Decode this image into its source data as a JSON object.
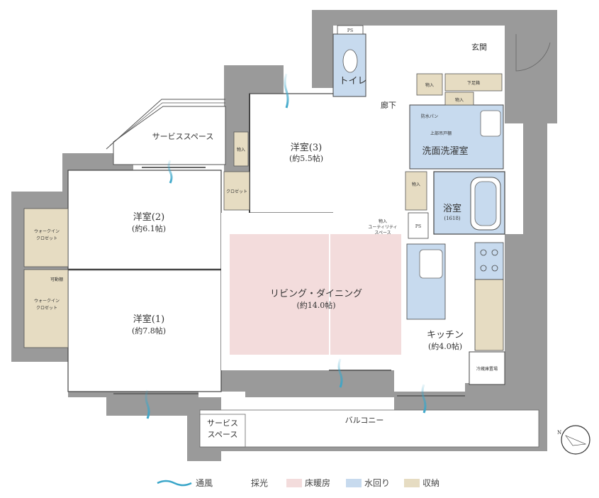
{
  "rooms": {
    "western3": {
      "name": "洋室(3)",
      "size": "(約5.5帖)"
    },
    "western2": {
      "name": "洋室(2)",
      "size": "(約6.1帖)"
    },
    "western1": {
      "name": "洋室(1)",
      "size": "(約7.8帖)"
    },
    "living": {
      "name": "リビング・ダイニング",
      "size": "(約14.0帖)"
    },
    "kitchen": {
      "name": "キッチン",
      "size": "(約4.0帖)"
    },
    "bath": {
      "name": "浴室",
      "size": "(1618)"
    },
    "washroom": {
      "name": "洗面洗濯室"
    },
    "toilet": {
      "name": "トイレ"
    },
    "entrance": {
      "name": "玄関"
    },
    "hallway": {
      "name": "廊下"
    },
    "balcony": {
      "name": "バルコニー"
    },
    "service_space_top": {
      "name": "サービススペース"
    },
    "service_space_bottom": {
      "line1": "サービス",
      "line2": "スペース"
    }
  },
  "labels": {
    "ps_top": "PS",
    "ps_bath": "PS",
    "storage": "物入",
    "closet": "クロゼット",
    "walkin1": {
      "line1": "ウォークイン",
      "line2": "クロゼット"
    },
    "walkin2": {
      "line1": "ウォークイン",
      "line2": "クロゼット"
    },
    "movable_shelf": "可動棚",
    "utility": {
      "line1": "物入",
      "line2": "ユーティリティ",
      "line3": "スペース"
    },
    "shoe_box": "下足箱",
    "waterproof_pan": "防水パン",
    "upper_cabinet": "上部吊戸棚",
    "fridge": "冷蔵庫置場"
  },
  "legend": [
    {
      "name": "legend-ventilation",
      "label": "通風",
      "color": "#3aa6c9"
    },
    {
      "name": "legend-daylight",
      "label": "採光",
      "color": "#d9a857"
    },
    {
      "name": "legend-floor-heating",
      "label": "床暖房",
      "color": "#f3dcdc"
    },
    {
      "name": "legend-water",
      "label": "水回り",
      "color": "#c7daee"
    },
    {
      "name": "legend-storage",
      "label": "収納",
      "color": "#e6dcc2"
    }
  ],
  "compass": "N"
}
